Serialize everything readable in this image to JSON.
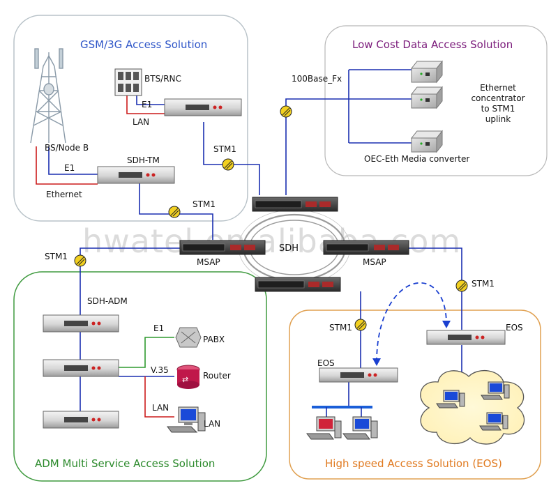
{
  "colors": {
    "gsm_border": "#b8c2c8",
    "gsm_title": "#2f56c8",
    "lowcost_title": "#7a1a7a",
    "adm_border": "#3f9a3f",
    "adm_title": "#2c8a2c",
    "eos_border": "#e0a050",
    "eos_title": "#e07a20",
    "link_blue": "#1a2fb0",
    "link_red": "#cc1a1a",
    "link_green": "#2e9a2e",
    "watermark": "#cfcfcf"
  },
  "watermark": "hwatel.en.alibaba.com",
  "gsm": {
    "title": "GSM/3G Access Solution",
    "bts_label": "BTS/RNC",
    "e1_top": "E1",
    "lan_top": "LAN",
    "node_b_label": "BS/Node B",
    "sdh_tm_label": "SDH-TM",
    "e1_bottom": "E1",
    "ethernet_label": "Ethernet",
    "stm1_upper": "STM1",
    "stm1_lower": "STM1"
  },
  "lowcost": {
    "title": "Low Cost Data Access Solution",
    "fx_label": "100Base_Fx",
    "concentrator_lines": [
      "Ethernet",
      "concentrator",
      "to STM1",
      "uplink"
    ],
    "converter_label": "OEC-Eth Media converter"
  },
  "core": {
    "ring_label": "SDH",
    "msap_left": "MSAP",
    "msap_right": "MSAP",
    "stm1_left": "STM1",
    "stm1_right": "STM1"
  },
  "adm": {
    "title": "ADM Multi Service Access Solution",
    "sdh_adm_label": "SDH-ADM",
    "e1_label": "E1",
    "pabx_label": "PABX",
    "v35_label": "V.35",
    "router_label": "Router",
    "lan_link_label": "LAN",
    "lan_device_label": "LAN"
  },
  "eos": {
    "title": "High speed Access Solution (EOS)",
    "stm1_label": "STM1",
    "eos_left_label": "EOS",
    "eos_right_label": "EOS"
  }
}
